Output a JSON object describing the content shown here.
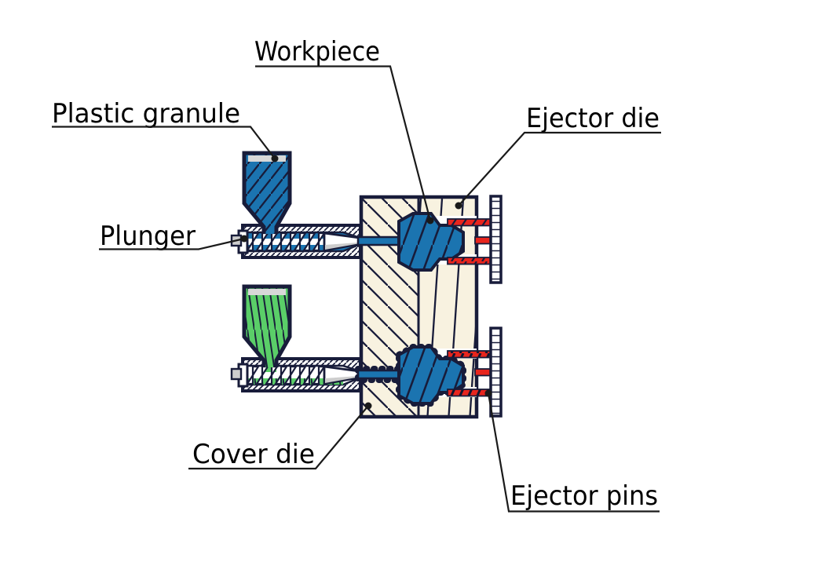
{
  "diagram": {
    "labels": {
      "workpiece": "Workpiece",
      "plastic_granule": "Plastic granule",
      "plunger": "Plunger",
      "ejector_die": "Ejector die",
      "cover_die": "Cover die",
      "ejector_pins": "Ejector pins"
    },
    "colors": {
      "outline": "#181c3a",
      "plastic_blue": "#1b74b0",
      "granule_green": "#5ace68",
      "die_cream": "#f8f2e0",
      "pin_red": "#e8251d",
      "metal_gray": "#cdcdcd",
      "surface_gray": "#d8d8d8",
      "label_text": "#000000",
      "leader_line": "#1a1a1a",
      "background": "#ffffff"
    }
  }
}
